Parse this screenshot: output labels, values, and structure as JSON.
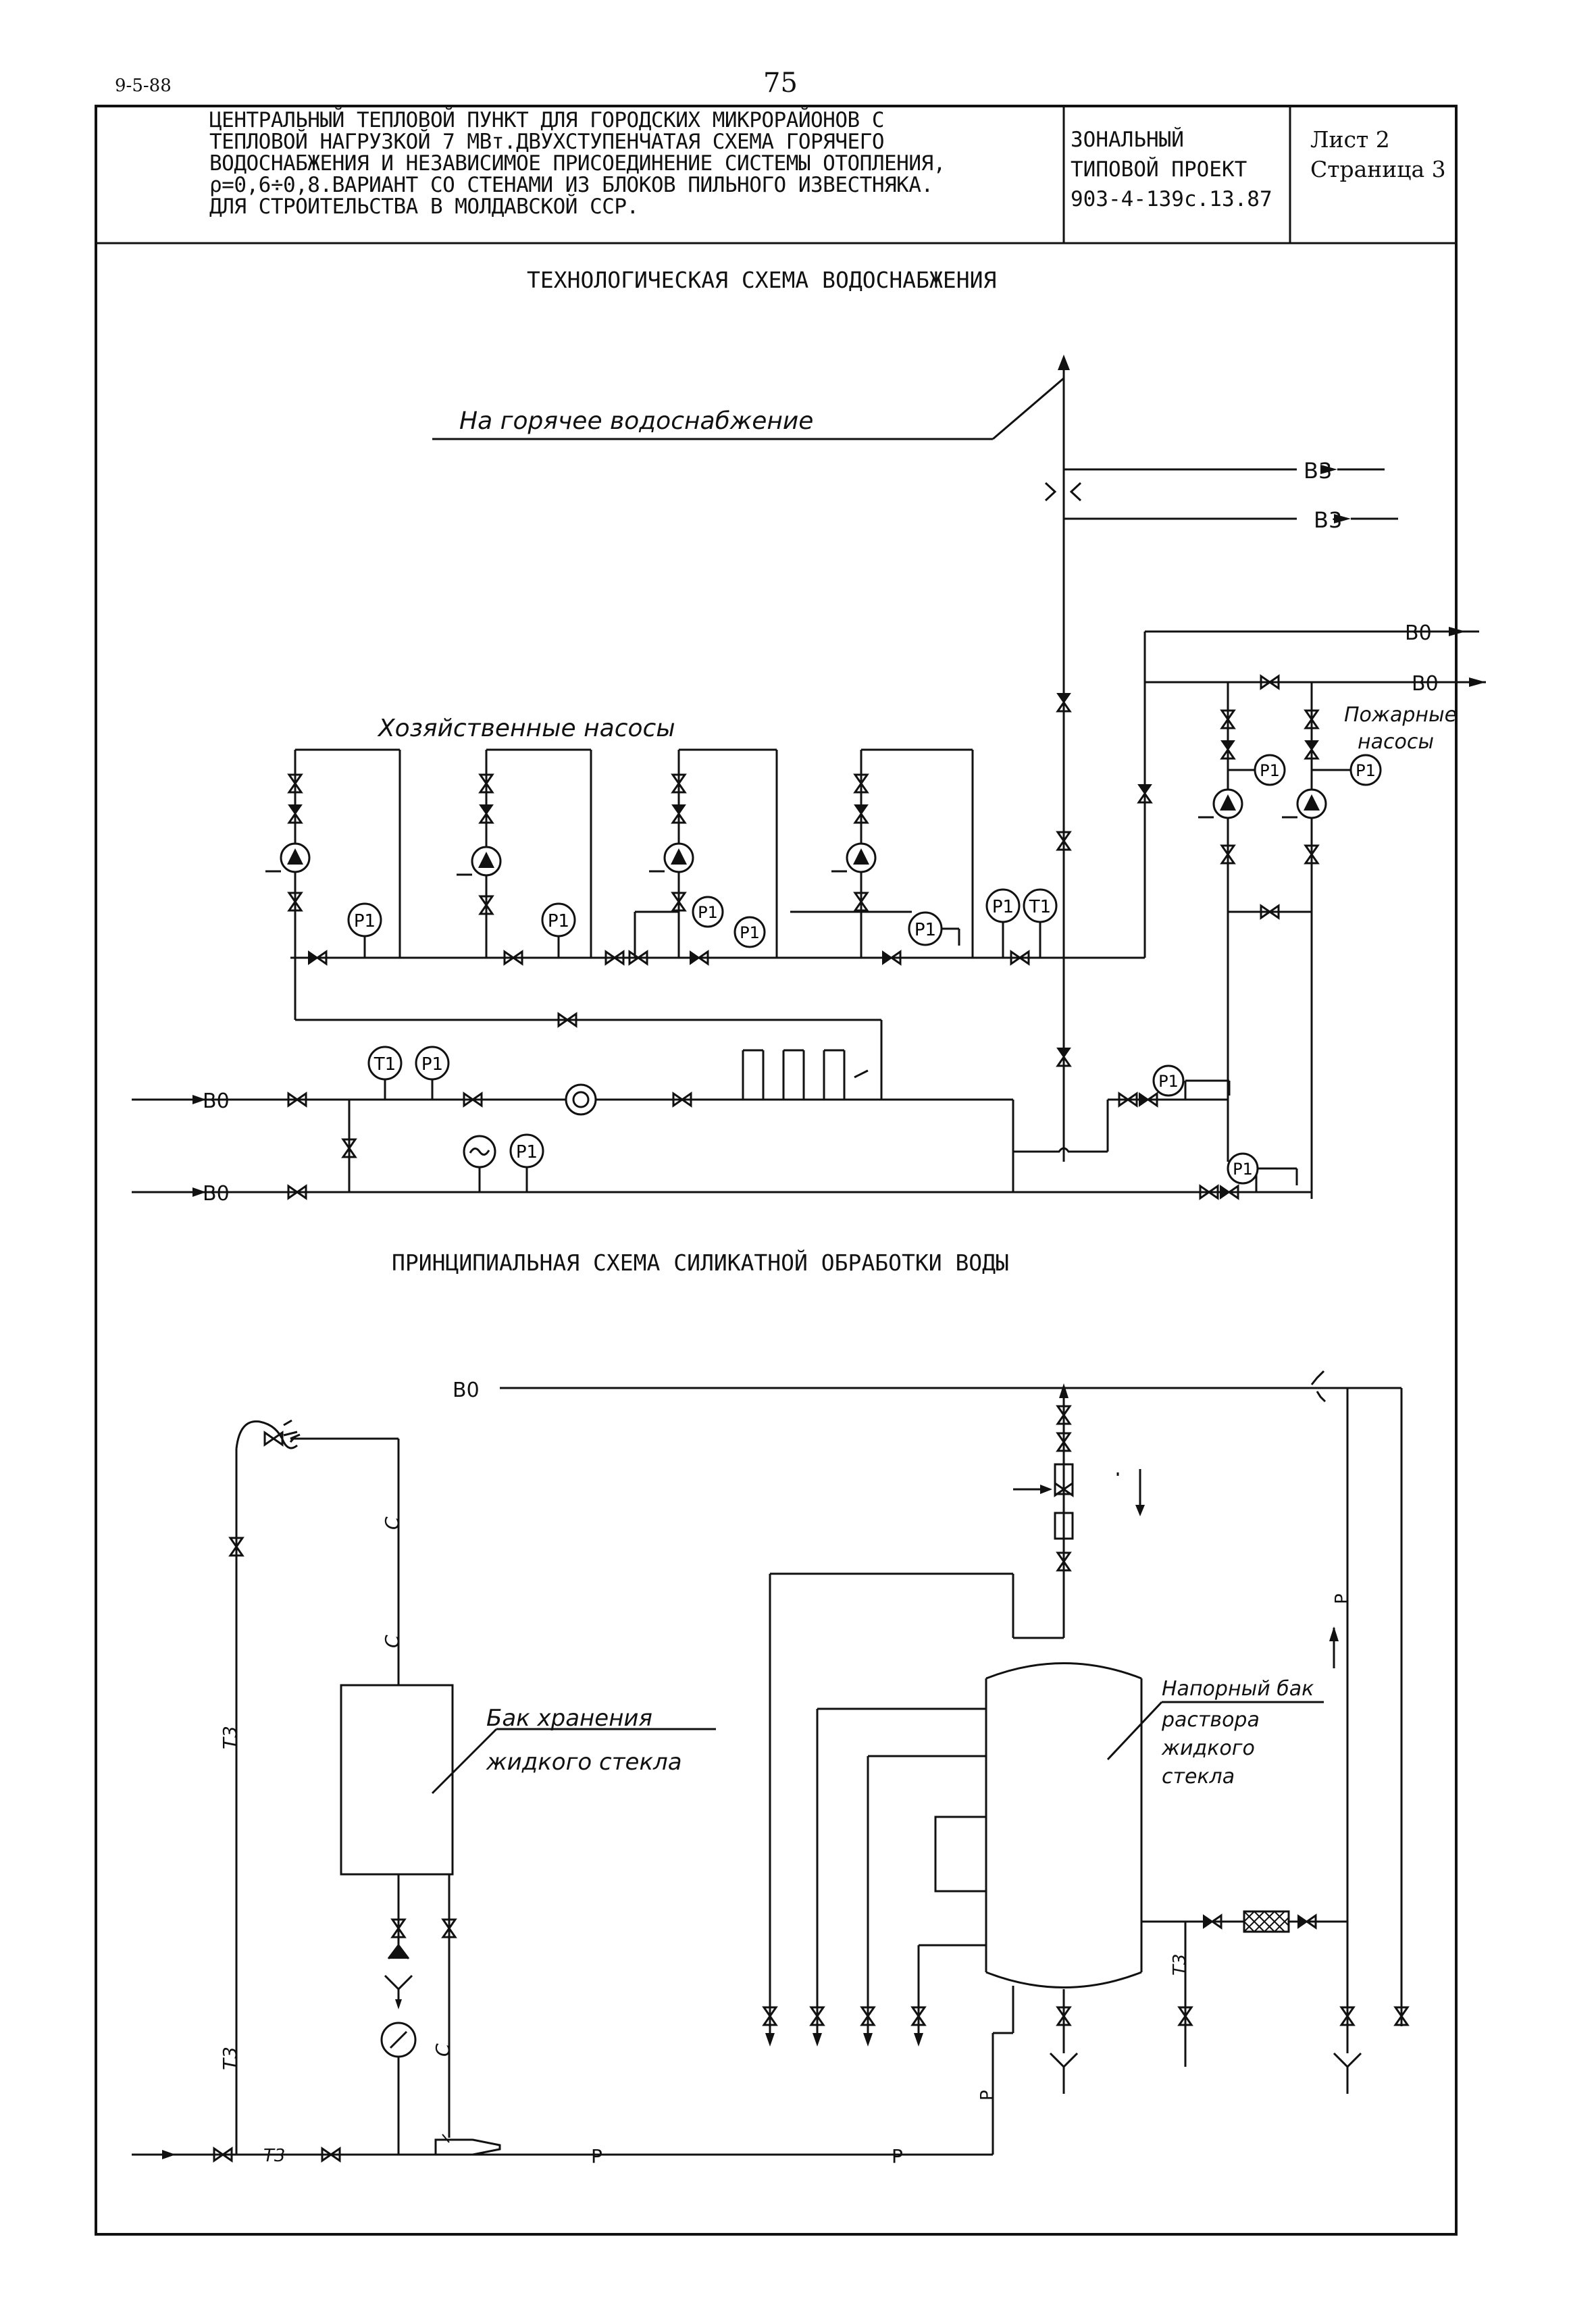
{
  "meta": {
    "corner_code": "9-5-88",
    "page_number": "75"
  },
  "header": {
    "description_lines": [
      "ЦЕНТРАЛЬНЫЙ ТЕПЛОВОЙ ПУНКТ ДЛЯ ГОРОДСКИХ МИКРОРАЙОНОВ С",
      "ТЕПЛОВОЙ НАГРУЗКОЙ 7 МВт.ДВУХСТУПЕНЧАТАЯ СХЕМА ГОРЯЧЕГО",
      "ВОДОСНАБЖЕНИЯ И НЕЗАВИСИМОЕ ПРИСОЕДИНЕНИЕ СИСТЕМЫ ОТОПЛЕНИЯ,",
      "ρ=0,6÷0,8.ВАРИАНТ СО СТЕНАМИ ИЗ БЛОКОВ ПИЛЬНОГО ИЗВЕСТНЯКА.",
      "ДЛЯ СТРОИТЕЛЬСТВА В МОЛДАВСКОЙ ССР."
    ],
    "zone_lines": [
      "ЗОНАЛЬНЫЙ",
      "ТИПОВОЙ ПРОЕКТ",
      "903-4-139с.13.87"
    ],
    "sheet_lines": [
      "Лист 2",
      "Страница 3"
    ]
  },
  "scheme1": {
    "title": "ТЕХНОЛОГИЧЕСКАЯ СХЕМА ВОДОСНАБЖЕНИЯ",
    "label_hot_water": "На горячее водоснабжение",
    "label_household_pumps": "Хозяйственные насосы",
    "label_fire_pumps_1": "Пожарные",
    "label_fire_pumps_2": "насосы",
    "label_b3": "В3",
    "label_b0": "В0",
    "gauge_p": "P1",
    "gauge_t": "T1"
  },
  "scheme2": {
    "title": "ПРИНЦИПИАЛЬНАЯ СХЕМА СИЛИКАТНОЙ ОБРАБОТКИ ВОДЫ",
    "label_b0": "В0",
    "label_storage_1": "Бак хранения",
    "label_storage_2": "жидкого стекла",
    "label_pressure_1": "Напорный бак",
    "label_pressure_2": "раствора",
    "label_pressure_3": "жидкого",
    "label_pressure_4": "стекла",
    "label_c": "С",
    "label_t3": "Т3",
    "label_p": "Р"
  }
}
